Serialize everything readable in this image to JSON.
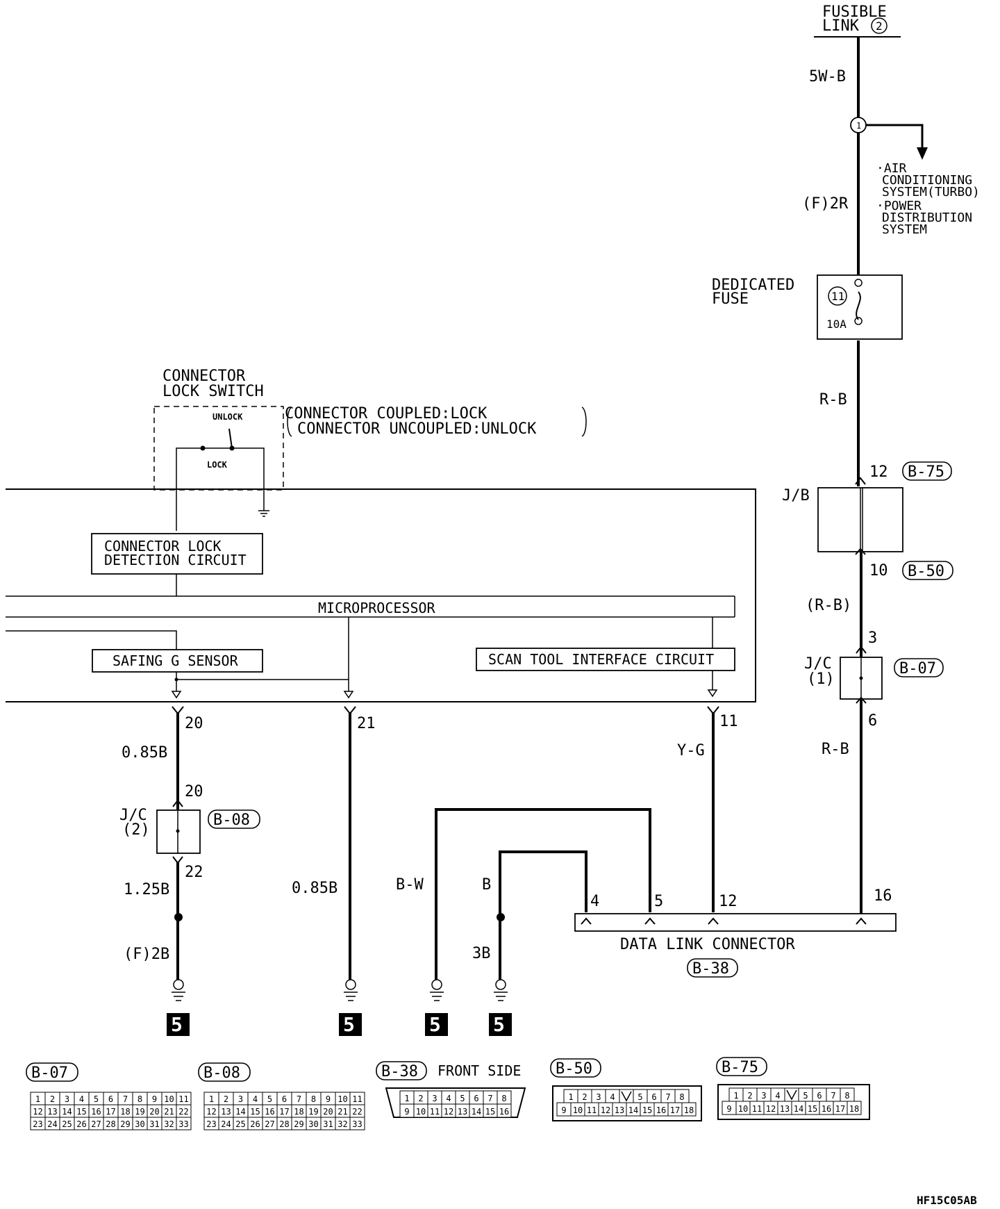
{
  "labels": {
    "fusible_link": [
      "FUSIBLE",
      "LINK"
    ],
    "fusible_link_num": "2",
    "wire_5wb": "5W-B",
    "branch_note": [
      "·AIR",
      "CONDITIONING",
      "SYSTEM(TURBO)",
      "·POWER",
      "DISTRIBUTION",
      "SYSTEM"
    ],
    "wire_f2r": "(F)2R",
    "dedicated_fuse": [
      "DEDICATED",
      "FUSE"
    ],
    "fuse_num": "11",
    "fuse_rating": "10A",
    "wire_rb_1": "R-B",
    "pin_12_top": "12",
    "conn_b75": "B-75",
    "jb": "J/B",
    "pin_10": "10",
    "conn_b50": "B-50",
    "wire_rb_paren": "(R-B)",
    "pin_3": "3",
    "jc1": [
      "J/C",
      "(1)"
    ],
    "conn_b07": "B-07",
    "pin_6": "6",
    "wire_rb_2": "R-B",
    "pin_16": "16",
    "connector_lock_switch": [
      "CONNECTOR",
      "LOCK SWITCH"
    ],
    "lock_note": [
      "CONNECTOR COUPLED:LOCK",
      "CONNECTOR UNCOUPLED:UNLOCK"
    ],
    "unlock": "UNLOCK",
    "lock": "LOCK",
    "lock_detect_circuit": [
      "CONNECTOR LOCK",
      "DETECTION CIRCUIT"
    ],
    "microprocessor": "MICROPROCESSOR",
    "safing_sensor": "SAFING G SENSOR",
    "scan_tool": "SCAN TOOL INTERFACE CIRCUIT",
    "pin_20": "20",
    "pin_21": "21",
    "pin_11": "11",
    "wire_085b_1": "0.85B",
    "wire_yg": "Y-G",
    "pin_20b": "20",
    "jc2": [
      "J/C",
      "(2)"
    ],
    "conn_b08": "B-08",
    "pin_22": "22",
    "wire_125b": "1.25B",
    "wire_085b_2": "0.85B",
    "wire_bw": "B-W",
    "wire_b": "B",
    "pin_4": "4",
    "pin_5": "5",
    "pin_12": "12",
    "data_link_connector": "DATA LINK CONNECTOR",
    "conn_b38": "B-38",
    "wire_f2b": "(F)2B",
    "wire_3b": "3B",
    "ground_num": "5",
    "front_side": "FRONT SIDE",
    "figure_code": "HF15C05AB"
  },
  "connector_views": {
    "b07": {
      "label": "B-07",
      "rows": [
        [
          "1",
          "2",
          "3",
          "4",
          "5",
          "6",
          "7",
          "8",
          "9",
          "10",
          "11"
        ],
        [
          "12",
          "13",
          "14",
          "15",
          "16",
          "17",
          "18",
          "19",
          "20",
          "21",
          "22"
        ],
        [
          "23",
          "24",
          "25",
          "26",
          "27",
          "28",
          "29",
          "30",
          "31",
          "32",
          "33"
        ]
      ]
    },
    "b08": {
      "label": "B-08",
      "rows": [
        [
          "1",
          "2",
          "3",
          "4",
          "5",
          "6",
          "7",
          "8",
          "9",
          "10",
          "11"
        ],
        [
          "12",
          "13",
          "14",
          "15",
          "16",
          "17",
          "18",
          "19",
          "20",
          "21",
          "22"
        ],
        [
          "23",
          "24",
          "25",
          "26",
          "27",
          "28",
          "29",
          "30",
          "31",
          "32",
          "33"
        ]
      ]
    },
    "b38": {
      "label": "B-38",
      "rows": [
        [
          "1",
          "2",
          "3",
          "4",
          "5",
          "6",
          "7",
          "8"
        ],
        [
          "9",
          "10",
          "11",
          "12",
          "13",
          "14",
          "15",
          "16"
        ]
      ]
    },
    "b50": {
      "label": "B-50",
      "rows": [
        [
          "1",
          "2",
          "3",
          "4",
          "",
          "5",
          "6",
          "7",
          "8"
        ],
        [
          "9",
          "10",
          "11",
          "12",
          "13",
          "14",
          "15",
          "16",
          "17",
          "18"
        ]
      ]
    },
    "b75": {
      "label": "B-75",
      "rows": [
        [
          "1",
          "2",
          "3",
          "4",
          "",
          "5",
          "6",
          "7",
          "8"
        ],
        [
          "9",
          "10",
          "11",
          "12",
          "13",
          "14",
          "15",
          "16",
          "17",
          "18"
        ]
      ]
    }
  }
}
